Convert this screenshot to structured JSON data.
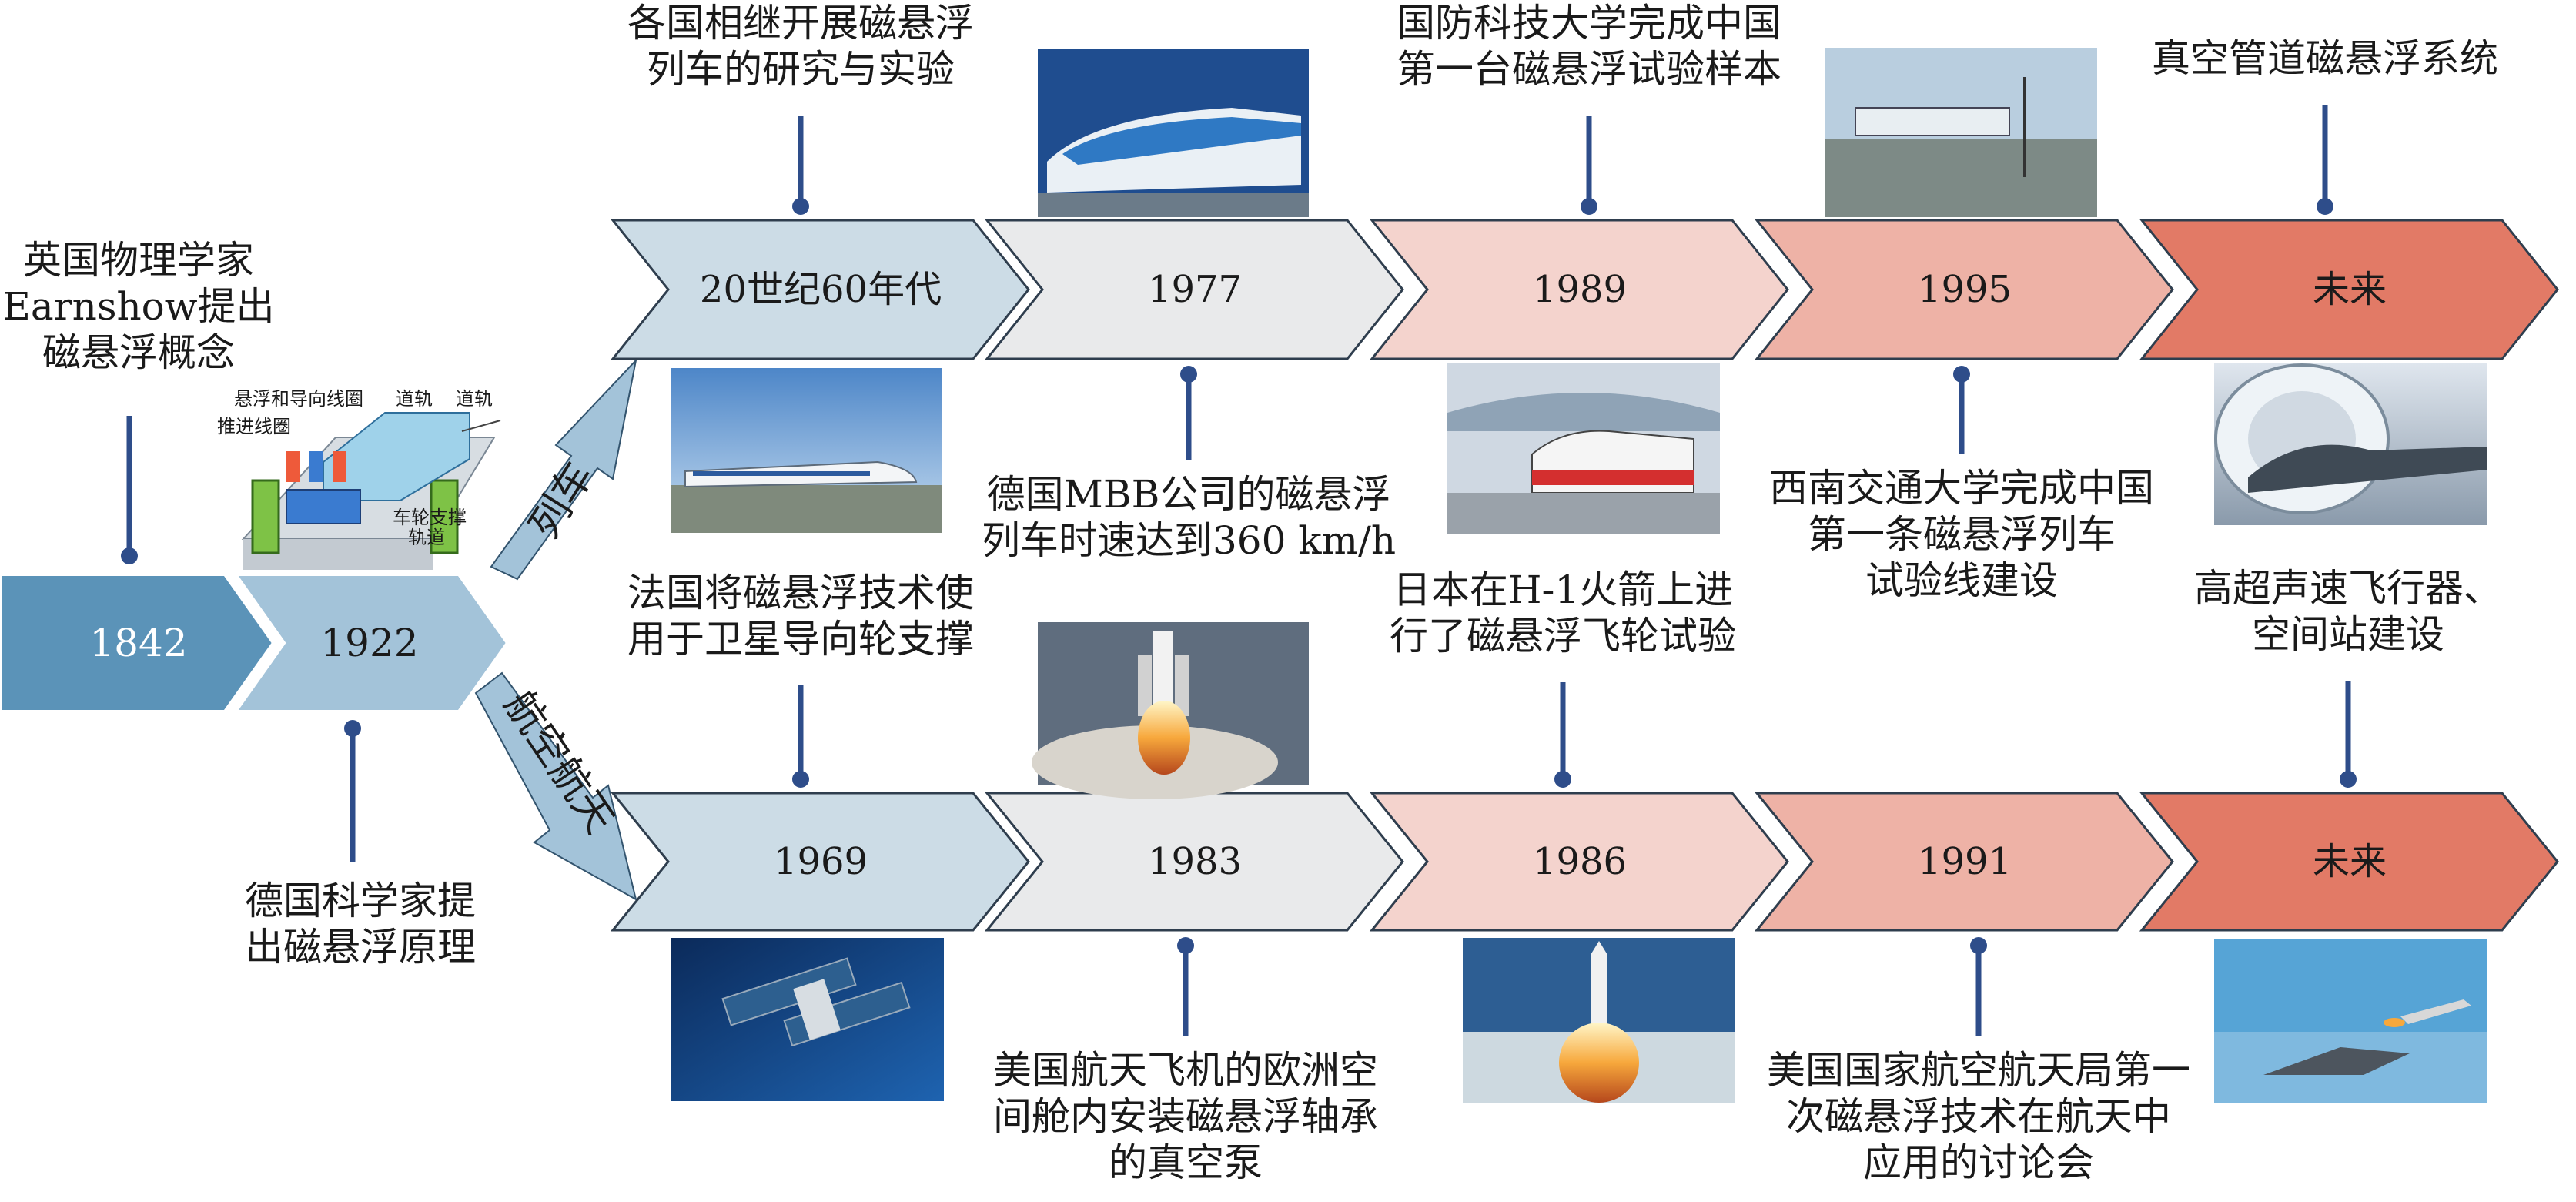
{
  "colors": {
    "blue_dark": "#5b93b8",
    "blue_mid": "#a3c3d9",
    "blue_light": "#ccdce6",
    "grey": "#e9eaeb",
    "pink_light": "#f4d3cd",
    "pink": "#eeb2a6",
    "coral": "#e27a66",
    "pin": "#2e4d8a"
  },
  "start": {
    "year1": "1842",
    "text1": "英国物理学家\nEarnshow提出\n磁悬浮概念",
    "year2": "1922",
    "text2": "德国科学家提\n出磁悬浮原理"
  },
  "branches": {
    "train_label": "列车",
    "aero_label": "航空航天"
  },
  "schematic": {
    "label_coil": "悬浮和导向线圈",
    "label_rail1": "道轨",
    "label_rail2": "道轨",
    "label_propulsion": "推进线圈",
    "label_support": "车轮支撑",
    "label_track": "轨道"
  },
  "train_row": [
    {
      "year": "20世纪60年代",
      "text": "各国相继开展磁悬浮\n列车的研究与实验"
    },
    {
      "year": "1977",
      "text": "德国MBB公司的磁悬浮\n列车时速达到360 km/h"
    },
    {
      "year": "1989",
      "text": "国防科技大学完成中国\n第一台磁悬浮试验样本"
    },
    {
      "year": "1995",
      "text": "西南交通大学完成中国\n第一条磁悬浮列车\n试验线建设"
    },
    {
      "year": "未来",
      "text": "真空管道磁悬浮系统"
    }
  ],
  "aero_row": [
    {
      "year": "1969",
      "text": "法国将磁悬浮技术使\n用于卫星导向轮支撑"
    },
    {
      "year": "1983",
      "text": "美国航天飞机的欧洲空\n间舱内安装磁悬浮轴承\n的真空泵"
    },
    {
      "year": "1986",
      "text": "日本在H-1火箭上进\n行了磁悬浮飞轮试验"
    },
    {
      "year": "1991",
      "text": "美国国家航空航天局第一\n次磁悬浮技术在航天中\n应用的讨论会"
    },
    {
      "year": "未来",
      "text": "高超声速飞行器、\n空间站建设"
    }
  ]
}
